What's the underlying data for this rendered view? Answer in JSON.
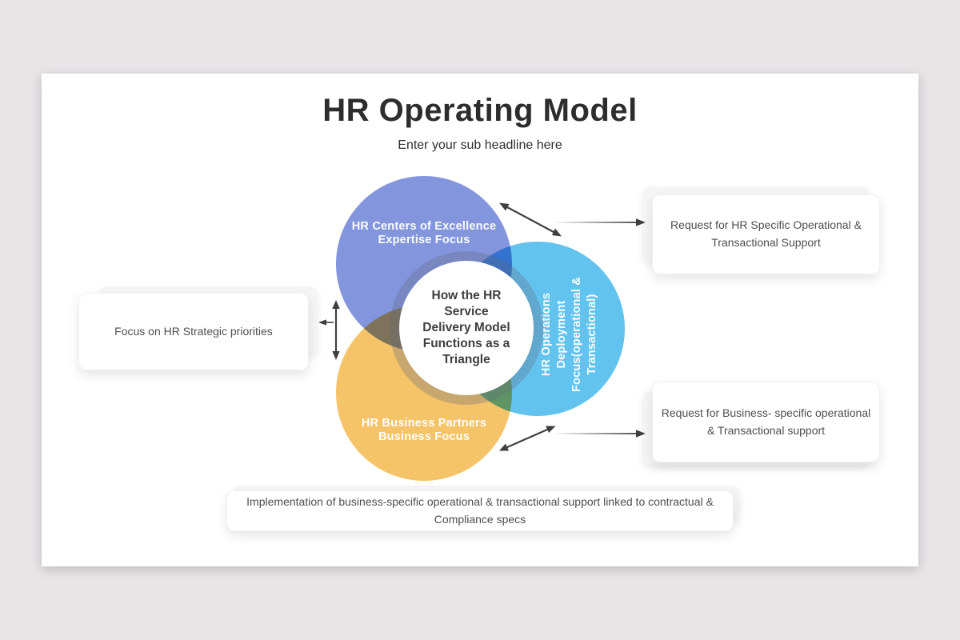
{
  "slide": {
    "title": "HR Operating Model",
    "subtitle": "Enter your sub headline here"
  },
  "venn": {
    "coe_circle": {
      "lines": [
        "HR Centers of Excellence",
        "Expertise Focus"
      ]
    },
    "ops_circle": {
      "lines": [
        "HR Operations",
        "Deployment",
        "Focus(operational &",
        "Transactional)"
      ]
    },
    "bp_circle": {
      "lines": [
        "HR Business Partners",
        "Business Focus"
      ]
    },
    "center_circle": {
      "lines": [
        "How the HR Service",
        "Delivery Model",
        "Functions as a",
        "Triangle"
      ]
    }
  },
  "callouts": {
    "left": {
      "text": "Focus on HR Strategic priorities"
    },
    "top_right": {
      "text": "Request for HR Specific Operational & Transactional Support"
    },
    "bottom_right": {
      "text": "Request for Business- specific operational & Transactional support"
    },
    "bottom": {
      "text": "Implementation of business-specific operational & transactional support linked to contractual & Compliance specs"
    }
  },
  "colors": {
    "coe_circle": "#8396DD",
    "ops_circle": "#63C3EF",
    "bp_circle": "#F5C368",
    "arrow": "#3F3F3F",
    "page_background": "#E7E5E6"
  }
}
